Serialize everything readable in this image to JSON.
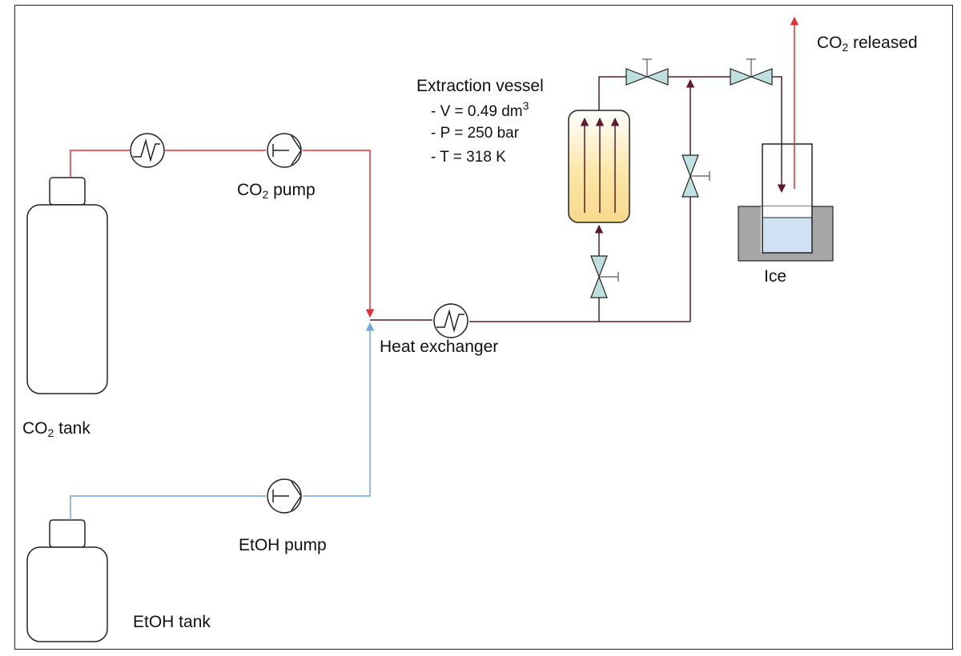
{
  "labels": {
    "co2_released": {
      "pre": "CO",
      "sub": "2",
      "post": " released"
    },
    "extraction_vessel": "Extraction  vessel",
    "vessel_v": {
      "pre": "- V = 0.49 dm",
      "sup": "3"
    },
    "vessel_p": "- P = 250 bar",
    "vessel_t": "- T = 318 K",
    "co2_pump": {
      "pre": "CO",
      "sub": "2",
      "post": " pump"
    },
    "ice": "Ice",
    "heat_exchanger": "Heat  exchanger",
    "co2_tank": {
      "pre": "CO",
      "sub": "2",
      "post": " tank"
    },
    "etoh_pump": "EtOH pump",
    "etoh_tank": "EtOH tank"
  },
  "colors": {
    "co2_line": "#e03030",
    "etoh_line": "#6fa8dc",
    "process_line": "#5c1a2a",
    "valve_fill": "#bfe0e0",
    "vessel_fill": "#fbe7a8",
    "ice_bath": "#a6a6a6",
    "liquid": "#cfe2f3"
  }
}
